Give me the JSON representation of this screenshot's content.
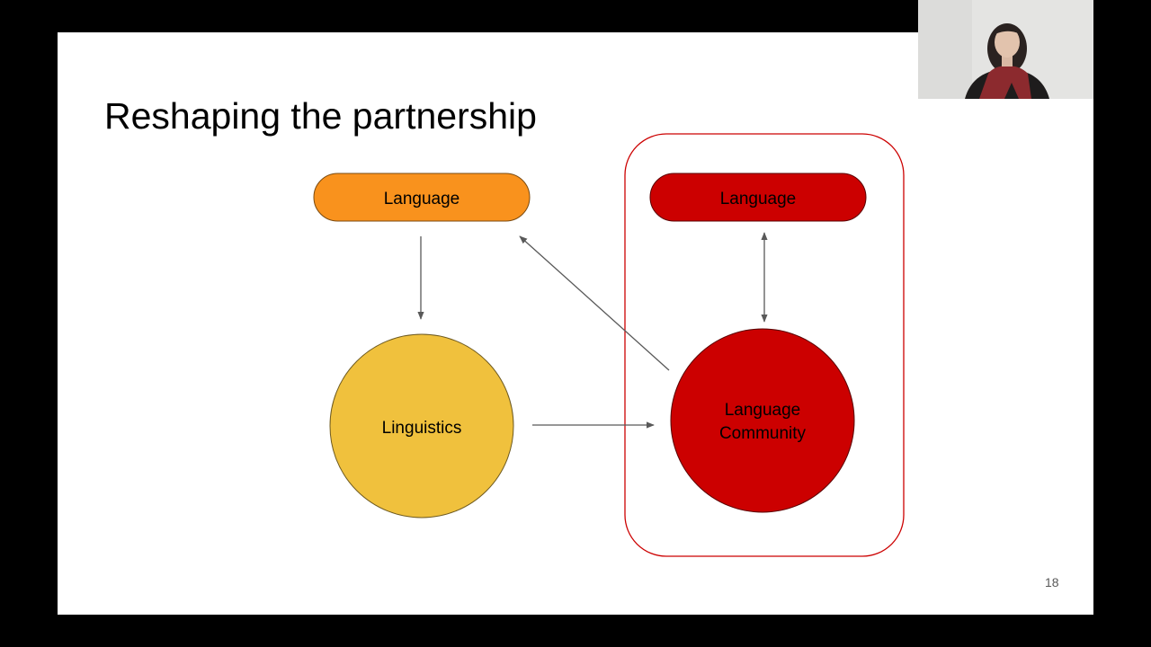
{
  "slide": {
    "title": "Reshaping the partnership",
    "page_number": "18"
  },
  "diagram": {
    "nodes": {
      "language_left": {
        "label": "Language",
        "color": "#f9921d"
      },
      "language_right": {
        "label": "Language",
        "color": "#cc0000"
      },
      "linguistics": {
        "label": "Linguistics",
        "color": "#f0c13d"
      },
      "community": {
        "label_line1": "Language",
        "label_line2": "Community",
        "color": "#cc0000"
      }
    },
    "group_box_color": "#cc0000",
    "arrow_color": "#595959"
  },
  "webcam": {
    "description_icon": "person-video-icon"
  }
}
